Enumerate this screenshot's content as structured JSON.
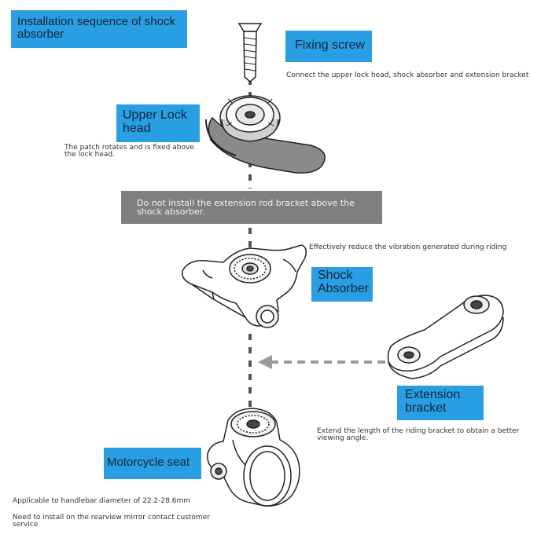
{
  "title": "Installation sequence of shock\nabsorber",
  "labels": {
    "fixing_screw": "Fixing screw",
    "upper_lock_head": "Upper Lock\nhead",
    "shock_absorber": "Shock\nAbsorber",
    "extension_bracket": "Extension\nbracket",
    "motorcycle_seat": "Motorcycle seat"
  },
  "notes": {
    "fixing_screw": "Connect the upper lock head, shock absorber and extension bracket",
    "upper_lock_head": "The patch rotates and is fixed above\nthe lock head.",
    "shock_absorber": "Effectively reduce the vibration generated during riding",
    "extension_bracket": "Extend the length of the riding bracket to obtain a better\nviewing angle.",
    "handlebar": "Applicable to handlebar diameter of 22.2-28.6mm",
    "mirror": "Need to install on the rearview mirror contact customer\nservice"
  },
  "warning": "Do not install the extension rod bracket above the\nshock absorber.",
  "colors": {
    "label_bg": "#2a9ee3",
    "warning_bg": "#7f7f7f",
    "line_art": "#222222",
    "dash_arrow": "#9a9a9a"
  },
  "icons": [
    "screw-icon",
    "upper-lock-head-icon",
    "shock-absorber-icon",
    "extension-bracket-icon",
    "handlebar-mount-icon"
  ]
}
